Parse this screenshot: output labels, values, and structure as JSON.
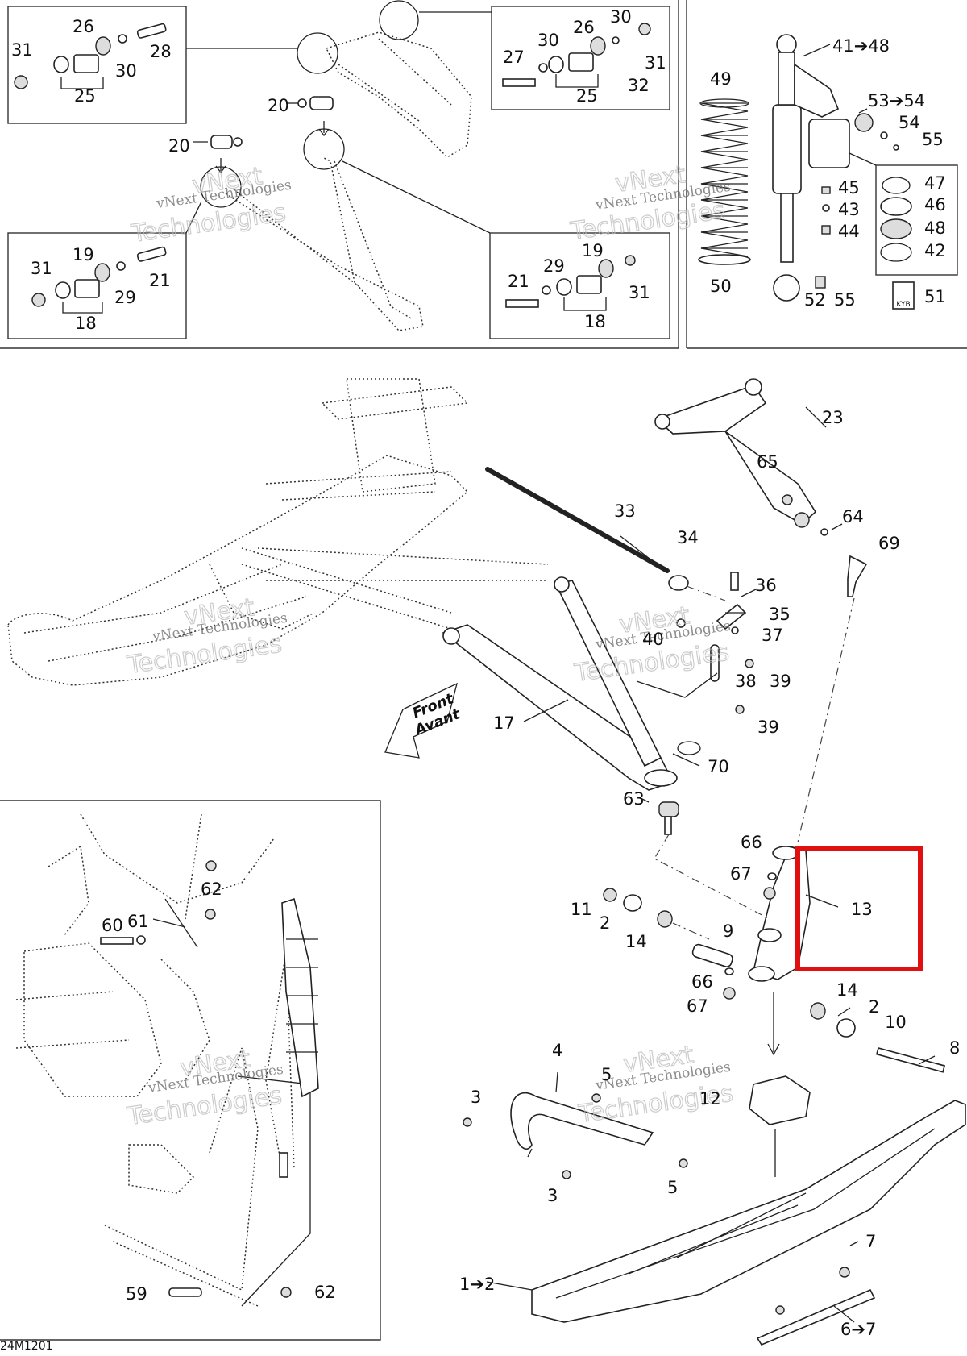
{
  "diagram": {
    "drawing_code": "24M1201",
    "watermark_line1": "vNext Technologies",
    "watermark_line2": "vNext",
    "watermark_line3": "Technologies",
    "front_label_1": "Front",
    "front_label_2": "Avant",
    "highlight_color": "#e01010",
    "callouts": {
      "c31a": "31",
      "c26a": "26",
      "c28": "28",
      "c30a": "30",
      "c25a": "25",
      "c20a": "20",
      "c20b": "20",
      "c27": "27",
      "c30b": "30",
      "c26b": "26",
      "c30c": "30",
      "c31b": "31",
      "c32": "32",
      "c25b": "25",
      "c31c": "31",
      "c19a": "19",
      "c21a": "21",
      "c29a": "29",
      "c18a": "18",
      "c21b": "21",
      "c29b": "29",
      "c19b": "19",
      "c31d": "31",
      "c18b": "18",
      "c49": "49",
      "c50": "50",
      "c41_48": "41➔48",
      "c53_54": "53➔54",
      "c54": "54",
      "c55a": "55",
      "c45": "45",
      "c43": "43",
      "c44": "44",
      "c52": "52",
      "c55b": "55",
      "c47": "47",
      "c46": "46",
      "c48": "48",
      "c42": "42",
      "c51": "51",
      "c23": "23",
      "c65": "65",
      "c64": "64",
      "c69": "69",
      "c33": "33",
      "c34": "34",
      "c36": "36",
      "c35": "35",
      "c40": "40",
      "c37": "37",
      "c38": "38",
      "c39a": "39",
      "c39b": "39",
      "c17": "17",
      "c70": "70",
      "c63": "63",
      "c66a": "66",
      "c67a": "67",
      "c13": "13",
      "c11": "11",
      "c2a": "2",
      "c14a": "14",
      "c9": "9",
      "c66b": "66",
      "c67b": "67",
      "c14b": "14",
      "c2b": "2",
      "c10": "10",
      "c8": "8",
      "c4": "4",
      "c5a": "5",
      "c12": "12",
      "c3a": "3",
      "c3b": "3",
      "c5b": "5",
      "c1_2": "1➔2",
      "c7": "7",
      "c6_7": "6➔7",
      "c62a": "62",
      "c60": "60",
      "c61": "61",
      "c59": "59",
      "c62b": "62"
    }
  }
}
